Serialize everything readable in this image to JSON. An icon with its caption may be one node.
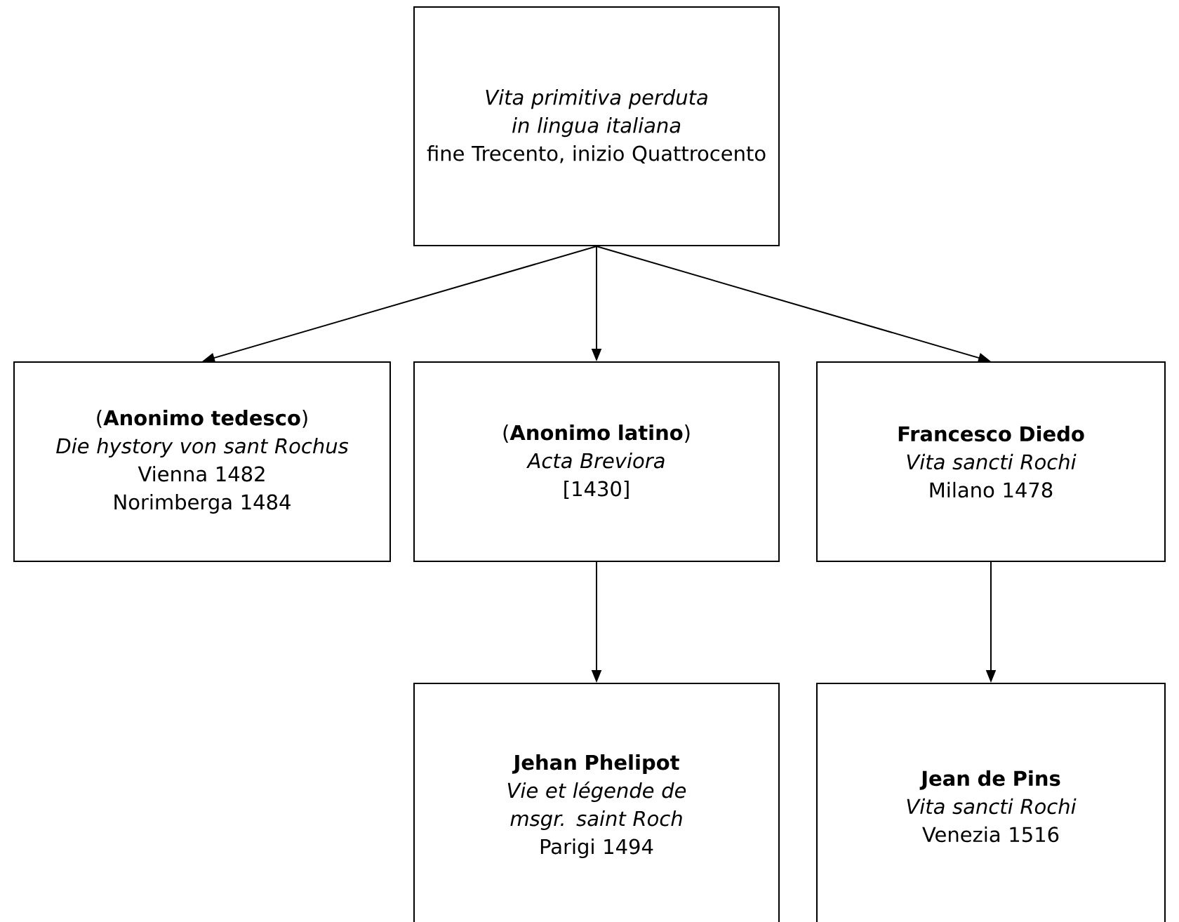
{
  "diagram": {
    "nodes": [
      {
        "text": [
          "Vita primitiva perduta in lingua italiana",
          "fine Trecento, inizio Quattrocento"
        ]
      },
      {
        "text": [
          "(**Anonimo  tedesco**)",
          "Die hystory von sant Rochus",
          "Vienna 1482",
          "Norimberga 1484"
        ]
      },
      {
        "text": [
          "(**Anonimo latino**)",
          "Acta Breviora",
          "[1430]"
        ]
      },
      {
        "text": [
          "Francesco Diedo",
          "Vita sancti Rochi",
          "Milano 1478"
        ]
      },
      {
        "text": [
          "Jehan Phelipot",
          "Vie et légende de msgr. saint Roch",
          "Parigi 1494"
        ]
      },
      {
        "text": [
          "Jean de Pins",
          "Vita sancti Rochi",
          "Venezia 1516"
        ]
      }
    ],
    "edges": [
      {
        "from": 0,
        "to": 1,
        "arrow": "to"
      },
      {
        "from": 0,
        "to": 2,
        "arrow": "to"
      },
      {
        "from": 0,
        "to": 3,
        "arrow": "to"
      },
      {
        "from": 2,
        "to": 4,
        "arrow": "to"
      },
      {
        "from": 3,
        "to": 5,
        "arrow": "to"
      }
    ]
  }
}
